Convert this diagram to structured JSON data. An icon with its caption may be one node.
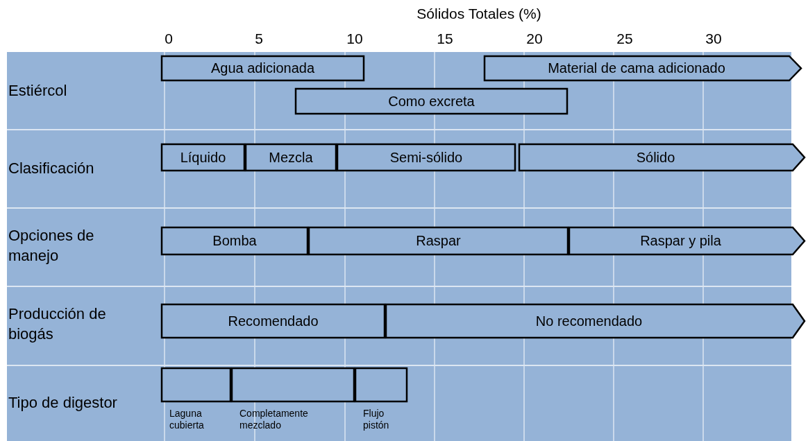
{
  "diagram": {
    "nodes": [
      {
        "text": [
          "Estiércol"
        ]
      },
      {
        "text": [
          "Agua adicionada"
        ],
        "in": 0
      },
      {
        "text": [
          "Material de cama adicionado"
        ],
        "in": 0
      },
      {
        "text": [
          "Como excreta"
        ],
        "in": 0
      },
      {
        "text": [
          "Clasificación"
        ]
      },
      {
        "text": [
          "Líquido"
        ],
        "in": 4
      },
      {
        "text": [
          "Mezcla"
        ],
        "in": 4
      },
      {
        "text": [
          "Semi-sólido"
        ],
        "in": 4
      },
      {
        "text": [
          "Sólido"
        ],
        "in": 4
      },
      {
        "text": [
          "Opciones de manejo"
        ]
      },
      {
        "text": [
          "Bomba"
        ],
        "in": 9
      },
      {
        "text": [
          "Raspar"
        ],
        "in": 9
      },
      {
        "text": [
          "Raspar y pila"
        ],
        "in": 9
      },
      {
        "text": [
          "Producción de biogás"
        ]
      },
      {
        "text": [
          "Recomendado"
        ],
        "in": 13
      },
      {
        "text": [
          "No recomendado"
        ],
        "in": 13
      },
      {
        "text": [
          "Tipo de digestor"
        ]
      },
      {
        "text": [],
        "shape": "box",
        "in": 16,
        "beside": [
          "Laguna cubierta"
        ]
      },
      {
        "text": [],
        "shape": "box",
        "in": 16,
        "beside": [
          "Completamente mezclado"
        ]
      },
      {
        "text": [],
        "shape": "box",
        "in": 16,
        "beside": [
          "Flujo pistón"
        ]
      }
    ],
    "labels": [
      "Sólidos Totales (%)",
      "0",
      "5",
      "10",
      "15",
      "20",
      "25",
      "30"
    ]
  }
}
